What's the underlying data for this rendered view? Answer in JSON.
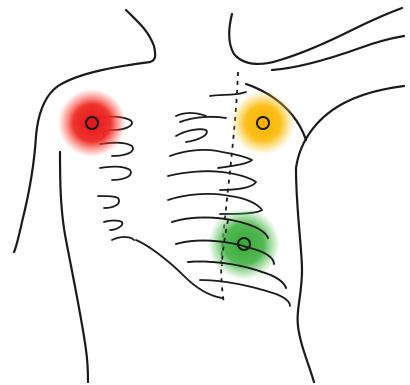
{
  "figure": {
    "kind": "chest-electrode-placement-illustration",
    "markers": [
      {
        "id": "red",
        "color": "#e01e1e",
        "glow": "#ff3b30",
        "location": "right-infraclavicular"
      },
      {
        "id": "yellow",
        "color": "#f5a800",
        "glow": "#ffc21a",
        "location": "left-infraclavicular"
      },
      {
        "id": "green",
        "color": "#2e9e2e",
        "glow": "#3fb23f",
        "location": "left-lower-chest"
      }
    ],
    "colors": {
      "background": "#ffffff",
      "ink": "#1a1a1a"
    }
  }
}
